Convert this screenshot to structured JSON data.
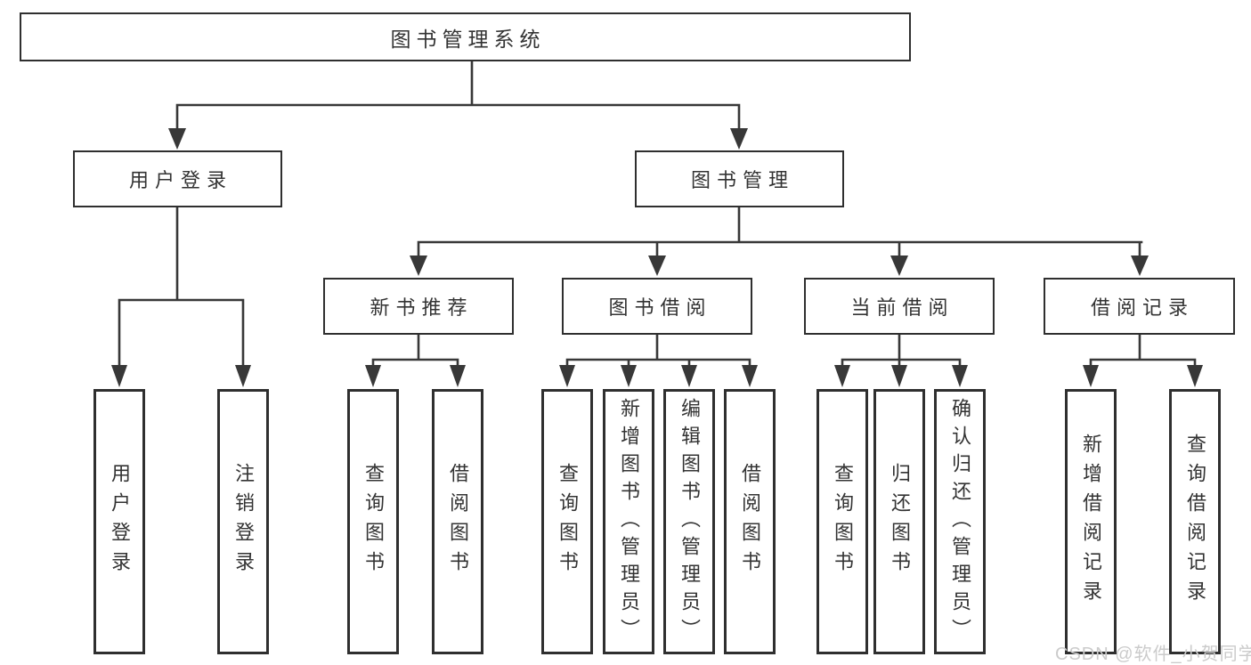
{
  "diagram": {
    "root": {
      "label": "图书管理系统"
    },
    "level2": [
      {
        "label": "用户登录",
        "parent": "图书管理系统"
      },
      {
        "label": "图书管理",
        "parent": "图书管理系统"
      }
    ],
    "level3": [
      {
        "label": "新书推荐",
        "parent": "图书管理"
      },
      {
        "label": "图书借阅",
        "parent": "图书管理"
      },
      {
        "label": "当前借阅",
        "parent": "图书管理"
      },
      {
        "label": "借阅记录",
        "parent": "图书管理"
      }
    ],
    "leaves": [
      {
        "label": "用户登录",
        "parent": "用户登录"
      },
      {
        "label": "注销登录",
        "parent": "用户登录"
      },
      {
        "label": "查询图书",
        "parent": "新书推荐"
      },
      {
        "label": "借阅图书",
        "parent": "新书推荐"
      },
      {
        "label": "查询图书",
        "parent": "图书借阅"
      },
      {
        "label": "新增图书（管理员）",
        "parent": "图书借阅"
      },
      {
        "label": "编辑图书（管理员）",
        "parent": "图书借阅"
      },
      {
        "label": "借阅图书",
        "parent": "图书借阅"
      },
      {
        "label": "查询图书",
        "parent": "当前借阅"
      },
      {
        "label": "归还图书",
        "parent": "当前借阅"
      },
      {
        "label": "确认归还（管理员）",
        "parent": "当前借阅"
      },
      {
        "label": "新增借阅记录",
        "parent": "借阅记录"
      },
      {
        "label": "查询借阅记录",
        "parent": "借阅记录"
      }
    ]
  },
  "watermark": {
    "text": "CSDN @软件_小贺同学"
  },
  "colors": {
    "line": "#383838",
    "border": "#2f2f2f",
    "text": "#333333",
    "background": "#ffffff",
    "watermark": "#cbcbcb"
  }
}
